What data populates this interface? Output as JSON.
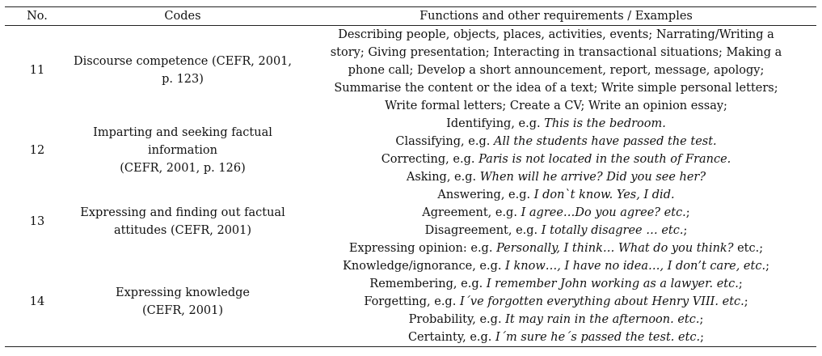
{
  "table": {
    "headers": [
      "No.",
      "Codes",
      "Functions and other requirements / Examples"
    ],
    "rows": [
      {
        "no": "11",
        "codes": [
          "Discourse competence (CEFR, 2001,",
          "p. 123)"
        ],
        "functions": [
          {
            "text": "Describing people, objects, places, activities, events; Narrating/Writing a",
            "example": "",
            "after": ""
          },
          {
            "text": "story; Giving presentation; Interacting in transactional situations; Making a",
            "example": "",
            "after": ""
          },
          {
            "text": "phone call; Develop a short announcement, report, message, apology;",
            "example": "",
            "after": ""
          },
          {
            "text": "Summarise the content or the idea of a text; Write simple personal letters;",
            "example": "",
            "after": ""
          },
          {
            "text": "Write formal letters; Create a CV; Write an opinion essay;",
            "example": "",
            "after": ""
          }
        ]
      },
      {
        "no": "12",
        "codes": [
          "Imparting and seeking factual",
          "information",
          "(CEFR, 2001, p. 126)"
        ],
        "functions": [
          {
            "text": "Identifying, e.g. ",
            "example": "This is the bedroom.",
            "after": ""
          },
          {
            "text": "Classifying, e.g. ",
            "example": "All the students have passed the test.",
            "after": ""
          },
          {
            "text": "Correcting, e.g. ",
            "example": "Paris is not located in the south of France.",
            "after": ""
          },
          {
            "text": "Asking, e.g. ",
            "example": "When will he arrive? Did you see her?",
            "after": ""
          }
        ]
      },
      {
        "no": "13",
        "codes": [
          "Expressing and finding out factual",
          "attitudes (CEFR, 2001)"
        ],
        "functions": [
          {
            "text": "Answering, e.g. ",
            "example": "I don`t know. Yes, I did.",
            "after": ""
          },
          {
            "text": "Agreement, e.g. ",
            "example": "I agree…Do you agree? etc.",
            "after": ";"
          },
          {
            "text": "Disagreement, e.g. ",
            "example": "I totally disagree … etc.",
            "after": ";"
          },
          {
            "text": "Expressing opinion: e.g. ",
            "example": "Personally, I think… What do you think?",
            "after": " etc.;"
          }
        ]
      },
      {
        "no": "14",
        "codes": [
          "Expressing knowledge",
          "(CEFR, 2001)"
        ],
        "functions": [
          {
            "text": "Knowledge/ignorance, e.g. ",
            "example": "I know…, I have no idea…, I don’t care, etc.",
            "after": ";"
          },
          {
            "text": "Remembering, e.g. ",
            "example": "I remember John working as a lawyer. etc.",
            "after": ";"
          },
          {
            "text": "Forgetting, e.g. ",
            "example": "I´ve forgotten everything about Henry VIII. etc.",
            "after": ";"
          },
          {
            "text": "Probability, e.g. ",
            "example": "It may rain in the afternoon. etc.",
            "after": ";"
          },
          {
            "text": "Certainty, e.g. ",
            "example": "I´m sure he´s passed the test. etc.",
            "after": ";"
          }
        ]
      }
    ]
  }
}
